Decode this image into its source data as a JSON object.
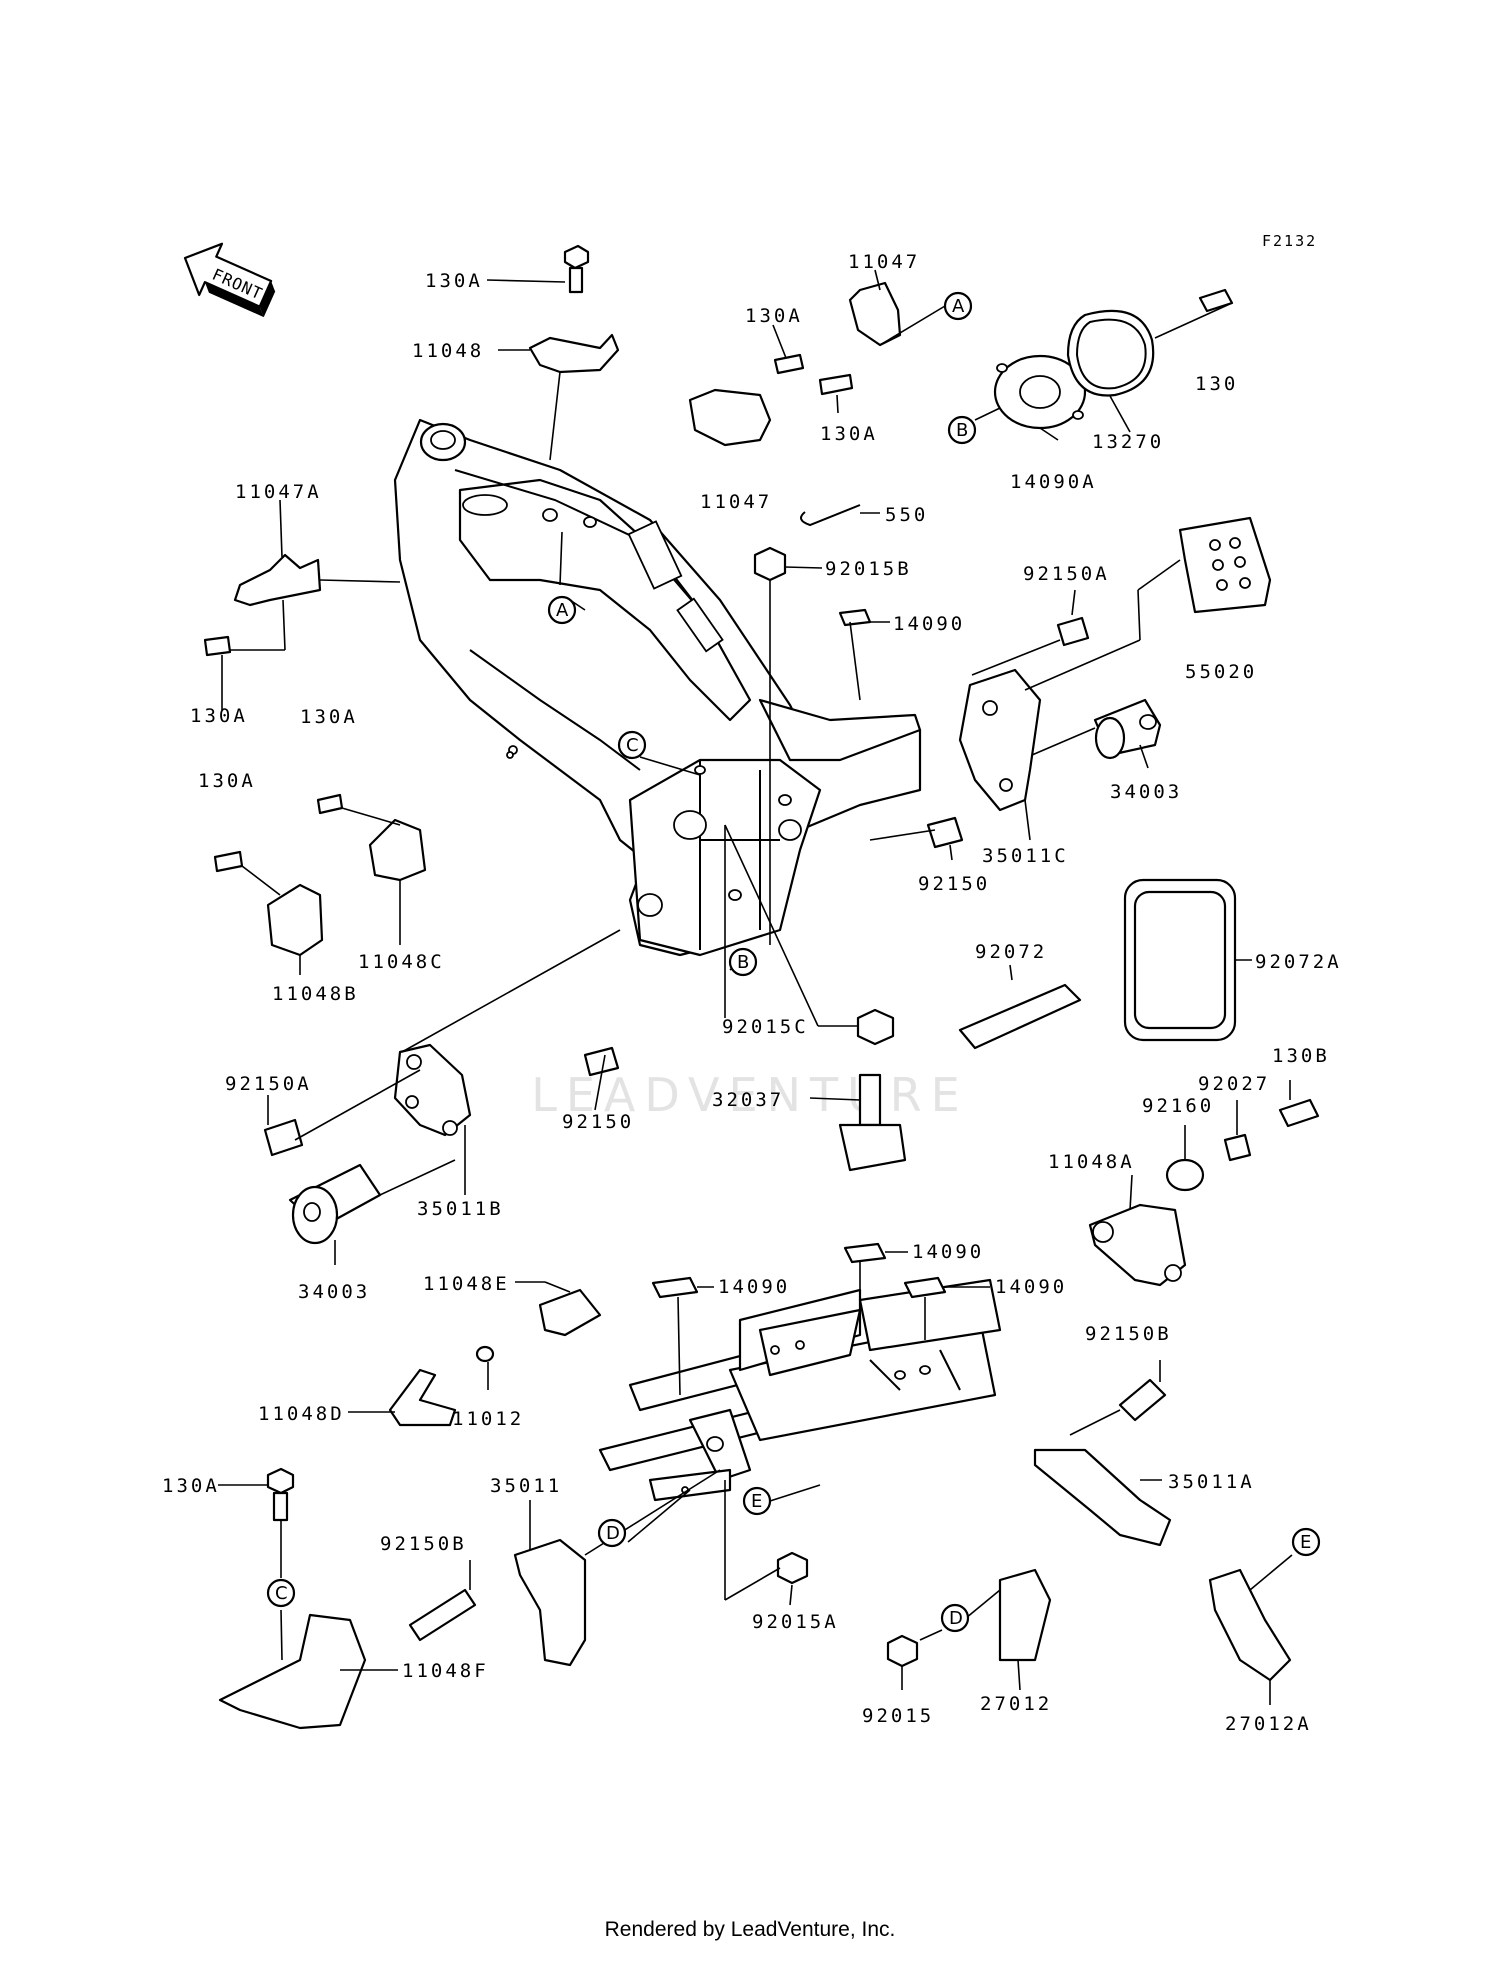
{
  "diagram_code": "F2132",
  "front_label": "FRONT",
  "watermark": "LEADVENTURE",
  "footer": "Rendered by LeadVenture, Inc.",
  "callouts": [
    "A",
    "B",
    "C",
    "D",
    "E"
  ],
  "parts": [
    {
      "id": "p01",
      "label": "130A"
    },
    {
      "id": "p02",
      "label": "11048"
    },
    {
      "id": "p03",
      "label": "11047"
    },
    {
      "id": "p04",
      "label": "130A"
    },
    {
      "id": "p05",
      "label": "130A"
    },
    {
      "id": "p06",
      "label": "11047"
    },
    {
      "id": "p07",
      "label": "130"
    },
    {
      "id": "p08",
      "label": "13270"
    },
    {
      "id": "p09",
      "label": "14090A"
    },
    {
      "id": "p10",
      "label": "550"
    },
    {
      "id": "p11",
      "label": "11047A"
    },
    {
      "id": "p12",
      "label": "92015B"
    },
    {
      "id": "p13",
      "label": "14090"
    },
    {
      "id": "p14",
      "label": "130A"
    },
    {
      "id": "p15",
      "label": "92150A"
    },
    {
      "id": "p16",
      "label": "55020"
    },
    {
      "id": "p17",
      "label": "130A"
    },
    {
      "id": "p18",
      "label": "130A"
    },
    {
      "id": "p19",
      "label": "34003"
    },
    {
      "id": "p20",
      "label": "35011C"
    },
    {
      "id": "p21",
      "label": "92150"
    },
    {
      "id": "p22",
      "label": "11048C"
    },
    {
      "id": "p23",
      "label": "11048B"
    },
    {
      "id": "p24",
      "label": "92072"
    },
    {
      "id": "p25",
      "label": "92072A"
    },
    {
      "id": "p26",
      "label": "92015C"
    },
    {
      "id": "p27",
      "label": "92150A"
    },
    {
      "id": "p28",
      "label": "92150"
    },
    {
      "id": "p29",
      "label": "130B"
    },
    {
      "id": "p30",
      "label": "92027"
    },
    {
      "id": "p31",
      "label": "32037"
    },
    {
      "id": "p32",
      "label": "92160"
    },
    {
      "id": "p33",
      "label": "35011B"
    },
    {
      "id": "p34",
      "label": "11048A"
    },
    {
      "id": "p35",
      "label": "34003"
    },
    {
      "id": "p36",
      "label": "14090"
    },
    {
      "id": "p37",
      "label": "11048E"
    },
    {
      "id": "p38",
      "label": "14090"
    },
    {
      "id": "p39",
      "label": "14090"
    },
    {
      "id": "p40",
      "label": "92150B"
    },
    {
      "id": "p41",
      "label": "11048D"
    },
    {
      "id": "p42",
      "label": "11012"
    },
    {
      "id": "p43",
      "label": "35011A"
    },
    {
      "id": "p44",
      "label": "130A"
    },
    {
      "id": "p45",
      "label": "35011"
    },
    {
      "id": "p46",
      "label": "92150B"
    },
    {
      "id": "p47",
      "label": "11048F"
    },
    {
      "id": "p48",
      "label": "92015A"
    },
    {
      "id": "p49",
      "label": "27012"
    },
    {
      "id": "p50",
      "label": "92015"
    },
    {
      "id": "p51",
      "label": "27012A"
    }
  ]
}
